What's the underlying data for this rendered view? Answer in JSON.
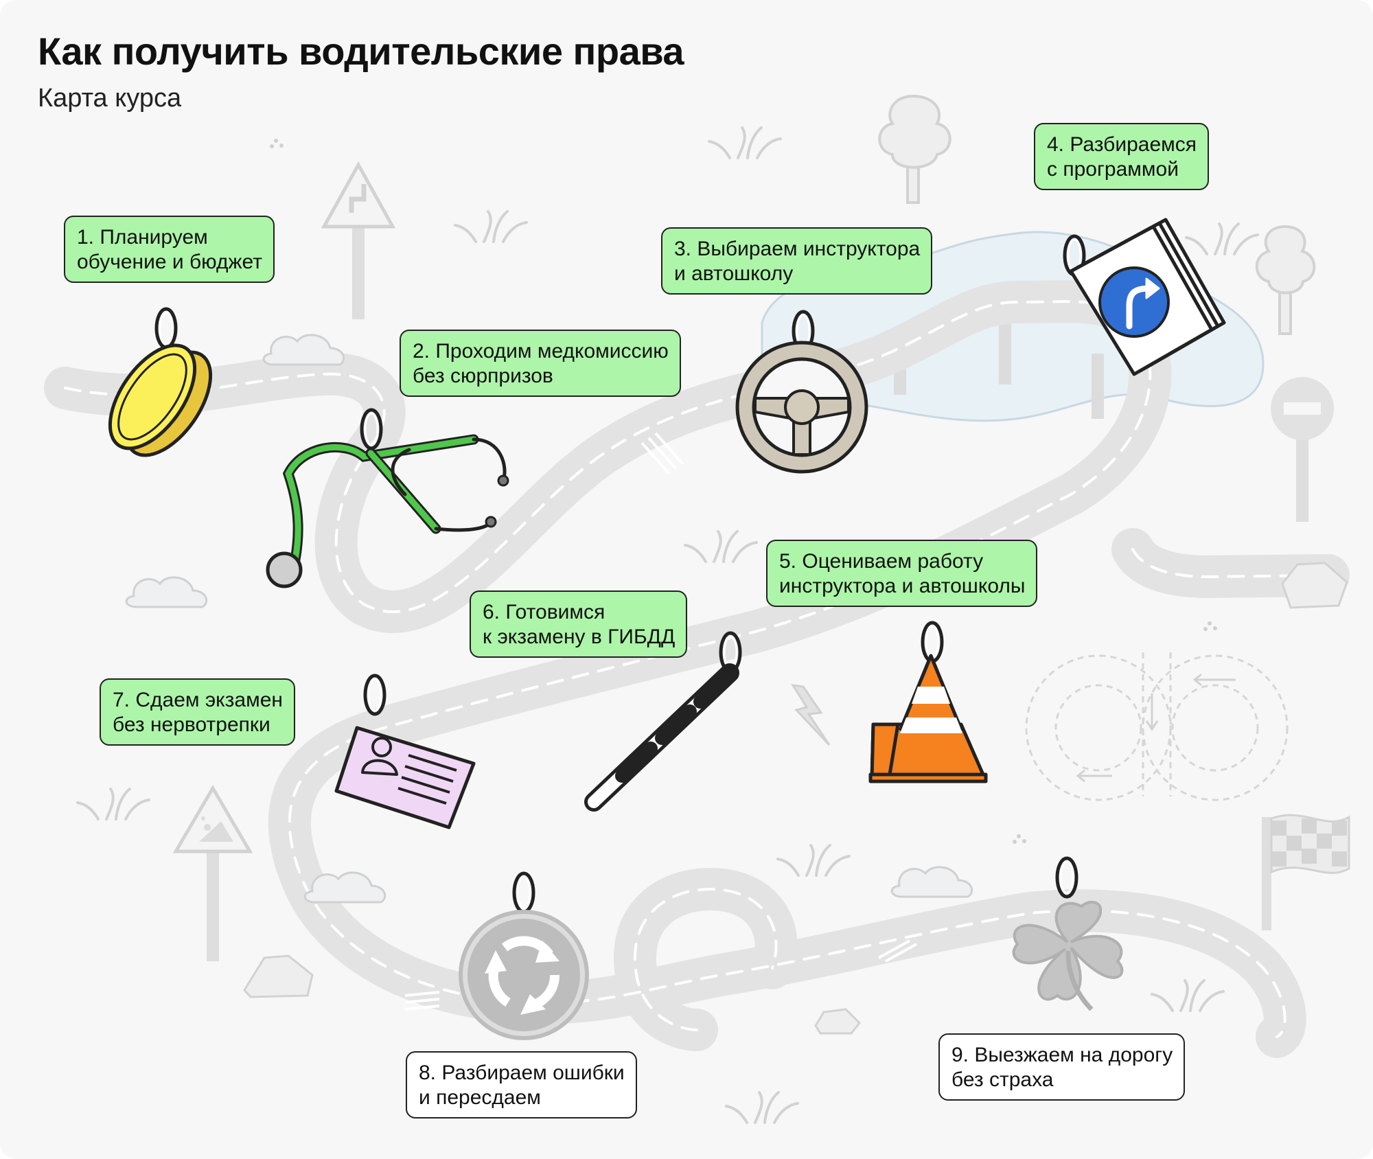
{
  "header": {
    "title": "Как получить водительские права",
    "subtitle": "Карта курса"
  },
  "steps": [
    {
      "line1": "1. Планируем",
      "line2": "обучение и бюджет",
      "icon": "coin-icon",
      "color": "#adf5a9"
    },
    {
      "line1": "2. Проходим медкомиссию",
      "line2": "без сюрпризов",
      "icon": "stethoscope-icon",
      "color": "#adf5a9"
    },
    {
      "line1": "3. Выбираем инструктора",
      "line2": "и автошколу",
      "icon": "steering-wheel-icon",
      "color": "#adf5a9"
    },
    {
      "line1": "4. Разбираемся",
      "line2": "с программой",
      "icon": "road-sign-cards-icon",
      "color": "#adf5a9"
    },
    {
      "line1": "5. Оцениваем работу",
      "line2": "инструктора и автошколы",
      "icon": "traffic-cone-icon",
      "color": "#adf5a9"
    },
    {
      "line1": "6.  Готовимся",
      "line2": "к экзамену в ГИБДД",
      "icon": "traffic-baton-icon",
      "color": "#adf5a9"
    },
    {
      "line1": "7. Сдаем экзамен",
      "line2": "без нервотрепки",
      "icon": "id-card-icon",
      "color": "#adf5a9"
    },
    {
      "line1": "8. Разбираем ошибки",
      "line2": "и пересдаем",
      "icon": "roundabout-sign-icon",
      "color": "#ffffff"
    },
    {
      "line1": "9. Выезжаем на дорогу",
      "line2": "без страха",
      "icon": "clover-icon",
      "color": "#ffffff"
    }
  ],
  "colors": {
    "completed_step": "#adf5a9",
    "upcoming_step": "#ffffff",
    "road": "#e3e3e3",
    "background": "#f7f7f7"
  }
}
